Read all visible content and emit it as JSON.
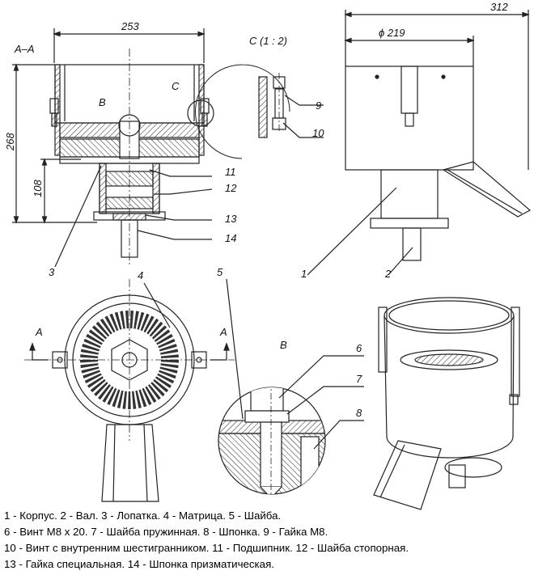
{
  "views": {
    "section_label": "A–A",
    "detail_c_label": "C (1 : 2)",
    "detail_b_label": "B"
  },
  "dimensions": {
    "width_section": "253",
    "height_total": "268",
    "height_lower": "108",
    "width_total": "312",
    "diameter": "ϕ 219"
  },
  "markers": {
    "section_arrow_left": "A",
    "section_arrow_right": "A",
    "mark_b": "B",
    "mark_c": "C"
  },
  "callouts": [
    "1",
    "2",
    "3",
    "4",
    "5",
    "6",
    "7",
    "8",
    "9",
    "10",
    "11",
    "12",
    "13",
    "14"
  ],
  "legend": [
    "1 - Корпус. 2 - Вал. 3 - Лопатка. 4 - Матрица. 5 - Шайба.",
    "6 - Винт М8 х 20. 7 - Шайба пружинная. 8 - Шпонка. 9 - Гайка М8.",
    "10 - Винт с внутренним шестигранником. 11 - Подшипник. 12 - Шайба стопорная.",
    "13 - Гайка специальная. 14 - Шпонка призматическая."
  ]
}
